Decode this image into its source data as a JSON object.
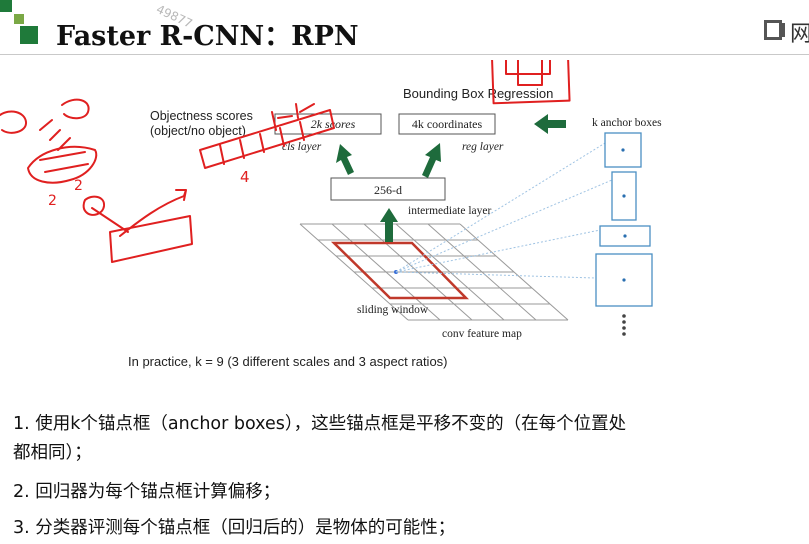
{
  "header": {
    "title": "Faster R-CNN：RPN",
    "watermark": "49877",
    "right_char": "网"
  },
  "diagram": {
    "bbox_regression_label": "Bounding Box Regression",
    "objectness_label_line1": "Objectness scores",
    "objectness_label_line2": "(object/no object)",
    "scores_box": "2k scores",
    "cls_layer": "cls layer",
    "coords_box": "4k coordinates",
    "reg_layer": "reg layer",
    "anchor_label": "k anchor boxes",
    "d256_box": "256-d",
    "intermediate_label": "intermediate layer",
    "sliding_window": "sliding window",
    "feature_map": "conv feature map",
    "ink_digit_left": "2",
    "ink_digit_right": "2",
    "ink_digit_four": "4"
  },
  "caption": "In practice, k = 9 (3 different scales and 3 aspect ratios)",
  "bullets": [
    "1. 使用k个锚点框（anchor boxes），这些锚点框是平移不变的（在每个位置处",
    "都相同）；",
    "2. 回归器为每个锚点框计算偏移；",
    "3. 分类器评测每个锚点框（回归后的）是物体的可能性；"
  ],
  "colors": {
    "accent_green": "#1f7a3a",
    "arrow_green": "#1e6b3c",
    "ink_red": "#e02020",
    "window_red": "#c0392b",
    "anchor_blue": "#4a8fc4"
  }
}
